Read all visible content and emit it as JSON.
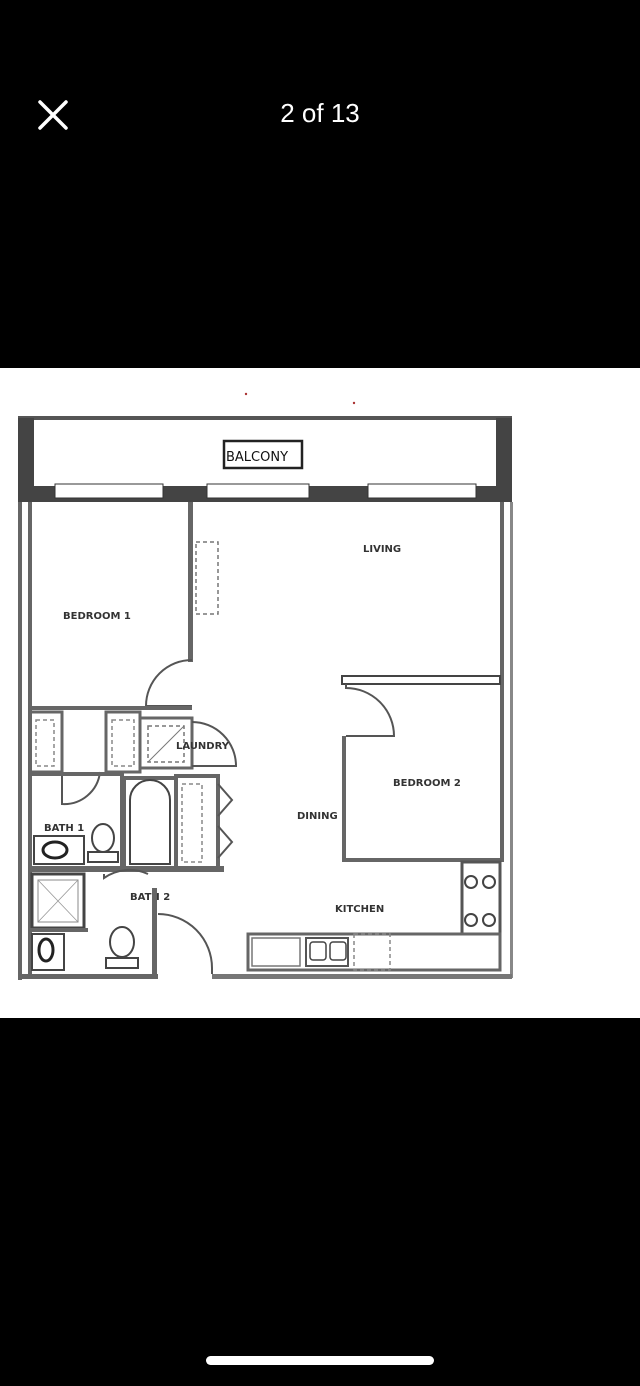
{
  "topbar": {
    "counter": "2 of 13"
  },
  "floorplan": {
    "rooms": {
      "balcony": "BALCONY",
      "living": "LIVING",
      "bedroom1": "BEDROOM 1",
      "laundry": "LAUNDRY",
      "bedroom2": "BEDROOM 2",
      "dining": "DINING",
      "bath1": "BATH 1",
      "bath2": "BATH 2",
      "kitchen": "KITCHEN"
    }
  },
  "icons": {
    "close": "close-icon"
  }
}
